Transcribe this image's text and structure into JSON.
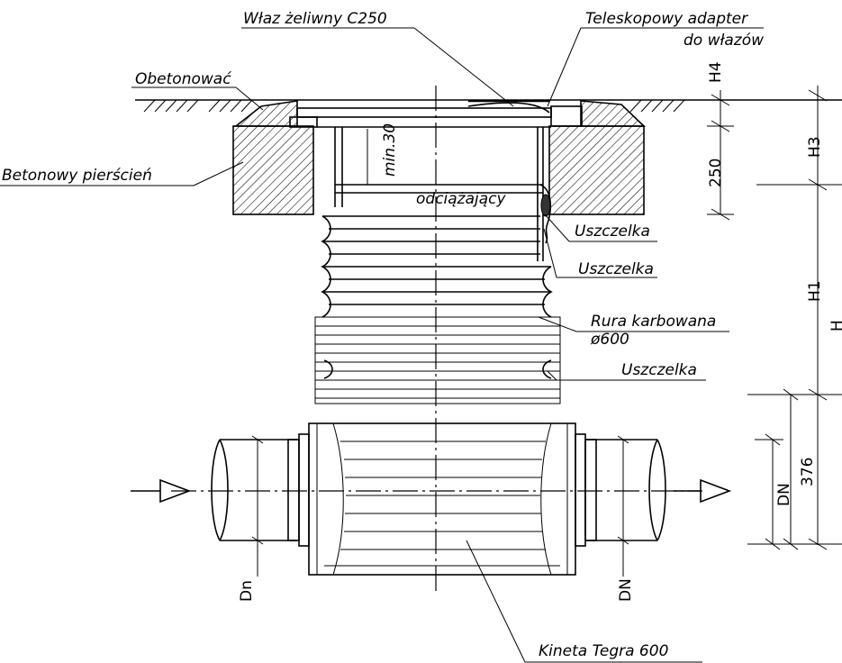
{
  "labels": {
    "manhole_cover": "Właz żeliwny  C250",
    "telescopic_adapter_line1": "Teleskopowy adapter",
    "telescopic_adapter_line2": "do włazów",
    "concrete_fill": "Obetonować",
    "concrete_ring": "Betonowy pierścień",
    "relieving": "odciążający",
    "min_depth": "min.30",
    "seal_1": "Uszczelka",
    "seal_2": "Uszczelka",
    "corrugated_pipe_line1": "Rura karbowana",
    "corrugated_pipe_line2": "ø600",
    "seal_3": "Uszczelka",
    "base": "Kineta Tegra 600"
  },
  "dimensions": {
    "h4": "H4",
    "h3": "H3",
    "d250": "250",
    "h1": "H1",
    "h": "H",
    "d376": "376",
    "dn_right": "DN",
    "dn_inlet": "Dn",
    "dn_outlet": "DN"
  }
}
